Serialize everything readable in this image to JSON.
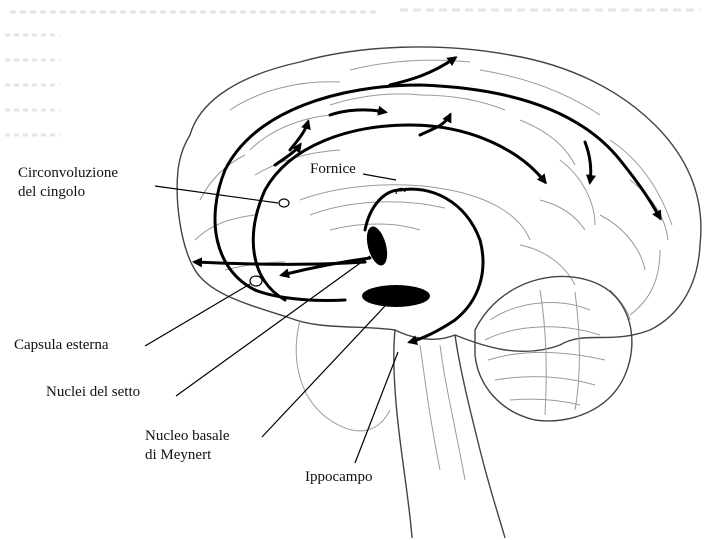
{
  "labels": {
    "cingulate": "Circonvoluzione\ndel cingolo",
    "fornix": "Fornice",
    "external_capsule": "Capsula esterna",
    "septal_nuclei": "Nuclei del setto",
    "meynert": "Nucleo basale\ndi Meynert",
    "hippocampus": "Ippocampo"
  },
  "colors": {
    "ink": "#000000",
    "brain_outline": "#444444",
    "gyri": "#9a9a9a",
    "background": "#ffffff"
  }
}
